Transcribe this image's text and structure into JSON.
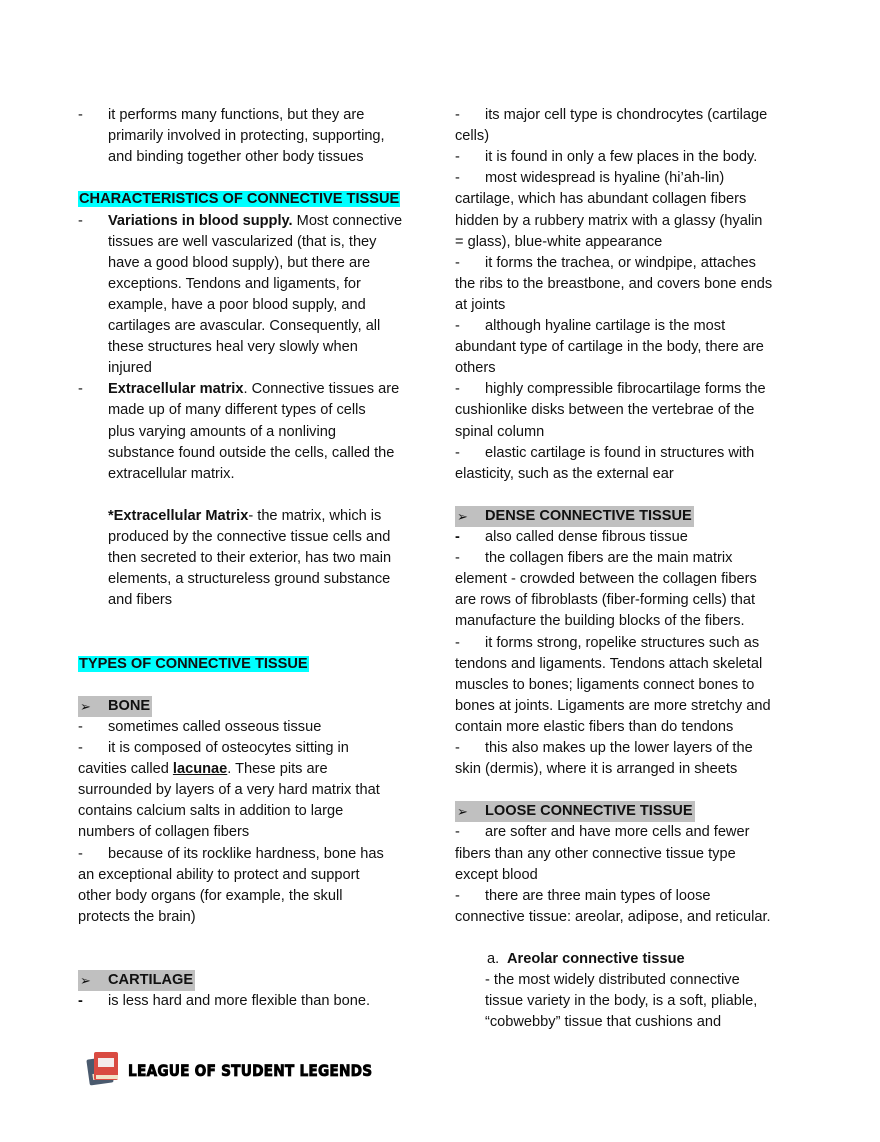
{
  "left_column": {
    "lines": [
      {
        "kind": "dash",
        "segs": [
          {
            "t": "it performs many functions, but they are"
          }
        ]
      },
      {
        "kind": "hang",
        "segs": [
          {
            "t": "primarily involved in protecting, supporting,"
          }
        ]
      },
      {
        "kind": "hang",
        "segs": [
          {
            "t": "and binding together other body tissues"
          }
        ]
      },
      {
        "kind": "blank"
      },
      {
        "kind": "heading-cyan",
        "segs": [
          {
            "t": "CHARACTERISTICS OF CONNECTIVE TISSUE"
          }
        ]
      },
      {
        "kind": "dash",
        "segs": [
          {
            "t": "Variations in blood supply.",
            "b": true
          },
          {
            "t": " Most connective"
          }
        ]
      },
      {
        "kind": "hang",
        "segs": [
          {
            "t": "tissues are well vascularized (that is, they"
          }
        ]
      },
      {
        "kind": "hang",
        "segs": [
          {
            "t": "have a good blood supply), but there are"
          }
        ]
      },
      {
        "kind": "hang",
        "segs": [
          {
            "t": "exceptions. Tendons and ligaments, for"
          }
        ]
      },
      {
        "kind": "hang",
        "segs": [
          {
            "t": "example, have a poor blood supply, and"
          }
        ]
      },
      {
        "kind": "hang",
        "segs": [
          {
            "t": "cartilages are avascular. Consequently, all"
          }
        ]
      },
      {
        "kind": "hang",
        "segs": [
          {
            "t": "these structures heal very slowly when"
          }
        ]
      },
      {
        "kind": "hang",
        "segs": [
          {
            "t": "injured"
          }
        ]
      },
      {
        "kind": "dash",
        "segs": [
          {
            "t": "Extracellular matrix",
            "b": true
          },
          {
            "t": ". Connective tissues are"
          }
        ]
      },
      {
        "kind": "hang",
        "segs": [
          {
            "t": "made up of many different types of cells"
          }
        ]
      },
      {
        "kind": "hang",
        "segs": [
          {
            "t": "plus varying amounts of a nonliving"
          }
        ]
      },
      {
        "kind": "hang",
        "segs": [
          {
            "t": "substance found outside the cells, called the"
          }
        ]
      },
      {
        "kind": "hang",
        "segs": [
          {
            "t": "extracellular matrix."
          }
        ]
      },
      {
        "kind": "blank"
      },
      {
        "kind": "hang",
        "segs": [
          {
            "t": "*Extracellular Matrix",
            "b": true
          },
          {
            "t": "- the matrix, which is"
          }
        ]
      },
      {
        "kind": "hang",
        "segs": [
          {
            "t": "produced by the connective tissue cells and"
          }
        ]
      },
      {
        "kind": "hang",
        "segs": [
          {
            "t": "then secreted to their exterior, has two main"
          }
        ]
      },
      {
        "kind": "hang",
        "segs": [
          {
            "t": "elements, a structureless ground substance"
          }
        ]
      },
      {
        "kind": "hang",
        "segs": [
          {
            "t": "and fibers"
          }
        ]
      },
      {
        "kind": "blank"
      },
      {
        "kind": "blank"
      },
      {
        "kind": "heading-cyan",
        "segs": [
          {
            "t": "TYPES OF CONNECTIVE TISSUE"
          }
        ]
      },
      {
        "kind": "blank"
      },
      {
        "kind": "heading-gray",
        "segs": [
          {
            "t": "BONE",
            "b": true
          }
        ]
      },
      {
        "kind": "dash",
        "segs": [
          {
            "t": "sometimes called osseous tissue"
          }
        ]
      },
      {
        "kind": "dash",
        "segs": [
          {
            "t": "it is composed of osteocytes sitting in"
          }
        ]
      },
      {
        "kind": "flush",
        "segs": [
          {
            "t": "cavities called "
          },
          {
            "t": "lacunae",
            "b": true,
            "u": true
          },
          {
            "t": ". These pits are"
          }
        ]
      },
      {
        "kind": "flush",
        "segs": [
          {
            "t": "surrounded by layers of a very hard matrix that"
          }
        ]
      },
      {
        "kind": "flush",
        "segs": [
          {
            "t": "contains calcium salts in addition to large"
          }
        ]
      },
      {
        "kind": "flush",
        "segs": [
          {
            "t": "numbers of collagen fibers"
          }
        ]
      },
      {
        "kind": "dash",
        "segs": [
          {
            "t": "because of its rocklike hardness, bone has"
          }
        ]
      },
      {
        "kind": "flush",
        "segs": [
          {
            "t": "an exceptional ability to protect and support"
          }
        ]
      },
      {
        "kind": "flush",
        "segs": [
          {
            "t": "other body organs (for example, the skull"
          }
        ]
      },
      {
        "kind": "flush",
        "segs": [
          {
            "t": "protects the brain)"
          }
        ]
      },
      {
        "kind": "blank"
      },
      {
        "kind": "blank"
      },
      {
        "kind": "heading-gray",
        "segs": [
          {
            "t": "CARTILAGE",
            "b": true
          }
        ]
      },
      {
        "kind": "dash-bold",
        "segs": [
          {
            "t": "is less hard and more flexible than bone."
          }
        ]
      }
    ]
  },
  "right_column": {
    "lines": [
      {
        "kind": "dash",
        "segs": [
          {
            "t": "its major cell type is chondrocytes (cartilage"
          }
        ]
      },
      {
        "kind": "flush",
        "segs": [
          {
            "t": "cells)"
          }
        ]
      },
      {
        "kind": "dash",
        "segs": [
          {
            "t": "it is found in only a few places in the body."
          }
        ]
      },
      {
        "kind": "dash",
        "segs": [
          {
            "t": "most widespread is hyaline (hi’ah-lin)"
          }
        ]
      },
      {
        "kind": "flush",
        "segs": [
          {
            "t": "cartilage, which has abundant collagen fibers"
          }
        ]
      },
      {
        "kind": "flush",
        "segs": [
          {
            "t": "hidden by a rubbery matrix with a glassy (hyalin"
          }
        ]
      },
      {
        "kind": "flush",
        "segs": [
          {
            "t": "= glass), blue-white appearance"
          }
        ]
      },
      {
        "kind": "dash",
        "segs": [
          {
            "t": "it forms the trachea, or windpipe, attaches"
          }
        ]
      },
      {
        "kind": "flush",
        "segs": [
          {
            "t": "the ribs to the breastbone, and covers bone ends"
          }
        ]
      },
      {
        "kind": "flush",
        "segs": [
          {
            "t": "at joints"
          }
        ]
      },
      {
        "kind": "dash",
        "segs": [
          {
            "t": "although hyaline cartilage is the most"
          }
        ]
      },
      {
        "kind": "flush",
        "segs": [
          {
            "t": "abundant type of cartilage in the body, there are"
          }
        ]
      },
      {
        "kind": "flush",
        "segs": [
          {
            "t": "others"
          }
        ]
      },
      {
        "kind": "dash",
        "segs": [
          {
            "t": "highly compressible fibrocartilage forms the"
          }
        ]
      },
      {
        "kind": "flush",
        "segs": [
          {
            "t": "cushionlike disks between the vertebrae of the"
          }
        ]
      },
      {
        "kind": "flush",
        "segs": [
          {
            "t": "spinal column"
          }
        ]
      },
      {
        "kind": "dash",
        "segs": [
          {
            "t": "elastic cartilage is found in structures with"
          }
        ]
      },
      {
        "kind": "flush",
        "segs": [
          {
            "t": "elasticity, such as the external ear"
          }
        ]
      },
      {
        "kind": "blank"
      },
      {
        "kind": "heading-gray",
        "segs": [
          {
            "t": "DENSE CONNECTIVE TISSUE",
            "b": true
          }
        ]
      },
      {
        "kind": "dash-bold",
        "segs": [
          {
            "t": "also called dense fibrous tissue"
          }
        ]
      },
      {
        "kind": "dash",
        "segs": [
          {
            "t": "the collagen fibers are the main matrix"
          }
        ]
      },
      {
        "kind": "flush",
        "segs": [
          {
            "t": "element - crowded between the collagen fibers"
          }
        ]
      },
      {
        "kind": "flush",
        "segs": [
          {
            "t": "are rows of fibroblasts (fiber-forming cells) that"
          }
        ]
      },
      {
        "kind": "flush",
        "segs": [
          {
            "t": "manufacture the building blocks of the fibers."
          }
        ]
      },
      {
        "kind": "dash",
        "segs": [
          {
            "t": "it forms strong, ropelike structures such as"
          }
        ]
      },
      {
        "kind": "flush",
        "segs": [
          {
            "t": "tendons and ligaments. Tendons attach skeletal"
          }
        ]
      },
      {
        "kind": "flush",
        "segs": [
          {
            "t": "muscles to bones; ligaments connect bones to"
          }
        ]
      },
      {
        "kind": "flush",
        "segs": [
          {
            "t": "bones at joints. Ligaments are more stretchy and"
          }
        ]
      },
      {
        "kind": "flush",
        "segs": [
          {
            "t": "contain more elastic fibers than do tendons"
          }
        ]
      },
      {
        "kind": "dash",
        "segs": [
          {
            "t": "this also makes up the lower layers of the"
          }
        ]
      },
      {
        "kind": "flush",
        "segs": [
          {
            "t": "skin (dermis), where it is arranged in sheets"
          }
        ]
      },
      {
        "kind": "blank"
      },
      {
        "kind": "heading-gray",
        "segs": [
          {
            "t": "LOOSE CONNECTIVE TISSUE",
            "b": true
          }
        ]
      },
      {
        "kind": "dash",
        "segs": [
          {
            "t": "are softer and have more cells and fewer"
          }
        ]
      },
      {
        "kind": "flush",
        "segs": [
          {
            "t": "fibers than any other connective tissue type"
          }
        ]
      },
      {
        "kind": "flush",
        "segs": [
          {
            "t": "except blood"
          }
        ]
      },
      {
        "kind": "dash",
        "segs": [
          {
            "t": "there are three main types of loose"
          }
        ]
      },
      {
        "kind": "flush",
        "segs": [
          {
            "t": "connective tissue: areolar, adipose, and reticular."
          }
        ]
      },
      {
        "kind": "blank"
      },
      {
        "kind": "sub",
        "marker": "a.",
        "segs": [
          {
            "t": "Areolar connective tissue",
            "b": true
          }
        ]
      },
      {
        "kind": "hang",
        "segs": [
          {
            "t": "- the most widely distributed connective"
          }
        ]
      },
      {
        "kind": "hang",
        "segs": [
          {
            "t": "tissue variety in the body, is a soft, pliable,"
          }
        ]
      },
      {
        "kind": "hang",
        "segs": [
          {
            "t": "“cobwebby” tissue that cushions and"
          }
        ]
      }
    ]
  },
  "symbols": {
    "dash": "-",
    "arrow": "➢"
  },
  "colors": {
    "heading_highlight": "#00ffff",
    "subheading_highlight": "#c0c0c0"
  },
  "footer": {
    "logo_text": "LEAGUE OF STUDENT LEGENDS",
    "logo_icon": "book-stack-icon"
  }
}
